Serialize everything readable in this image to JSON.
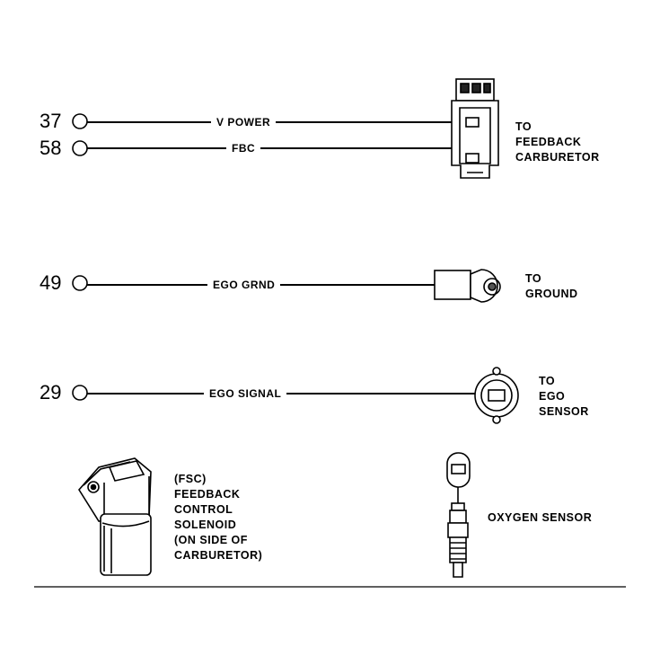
{
  "circuits": [
    {
      "pin": "37",
      "wire_label": "V POWER"
    },
    {
      "pin": "58",
      "wire_label": "FBC"
    },
    {
      "pin": "49",
      "wire_label": "EGO GRND"
    },
    {
      "pin": "29",
      "wire_label": "EGO SIGNAL"
    }
  ],
  "destinations": {
    "carburetor": [
      "TO",
      "FEEDBACK",
      "CARBURETOR"
    ],
    "ground": [
      "TO",
      "GROUND"
    ],
    "ego_sensor": [
      "TO",
      "EGO",
      "SENSOR"
    ]
  },
  "components": {
    "solenoid": [
      "(FSC)",
      "FEEDBACK",
      "CONTROL",
      "SOLENOID",
      "(ON SIDE OF",
      "CARBURETOR)"
    ],
    "oxygen_sensor": "OXYGEN SENSOR"
  }
}
